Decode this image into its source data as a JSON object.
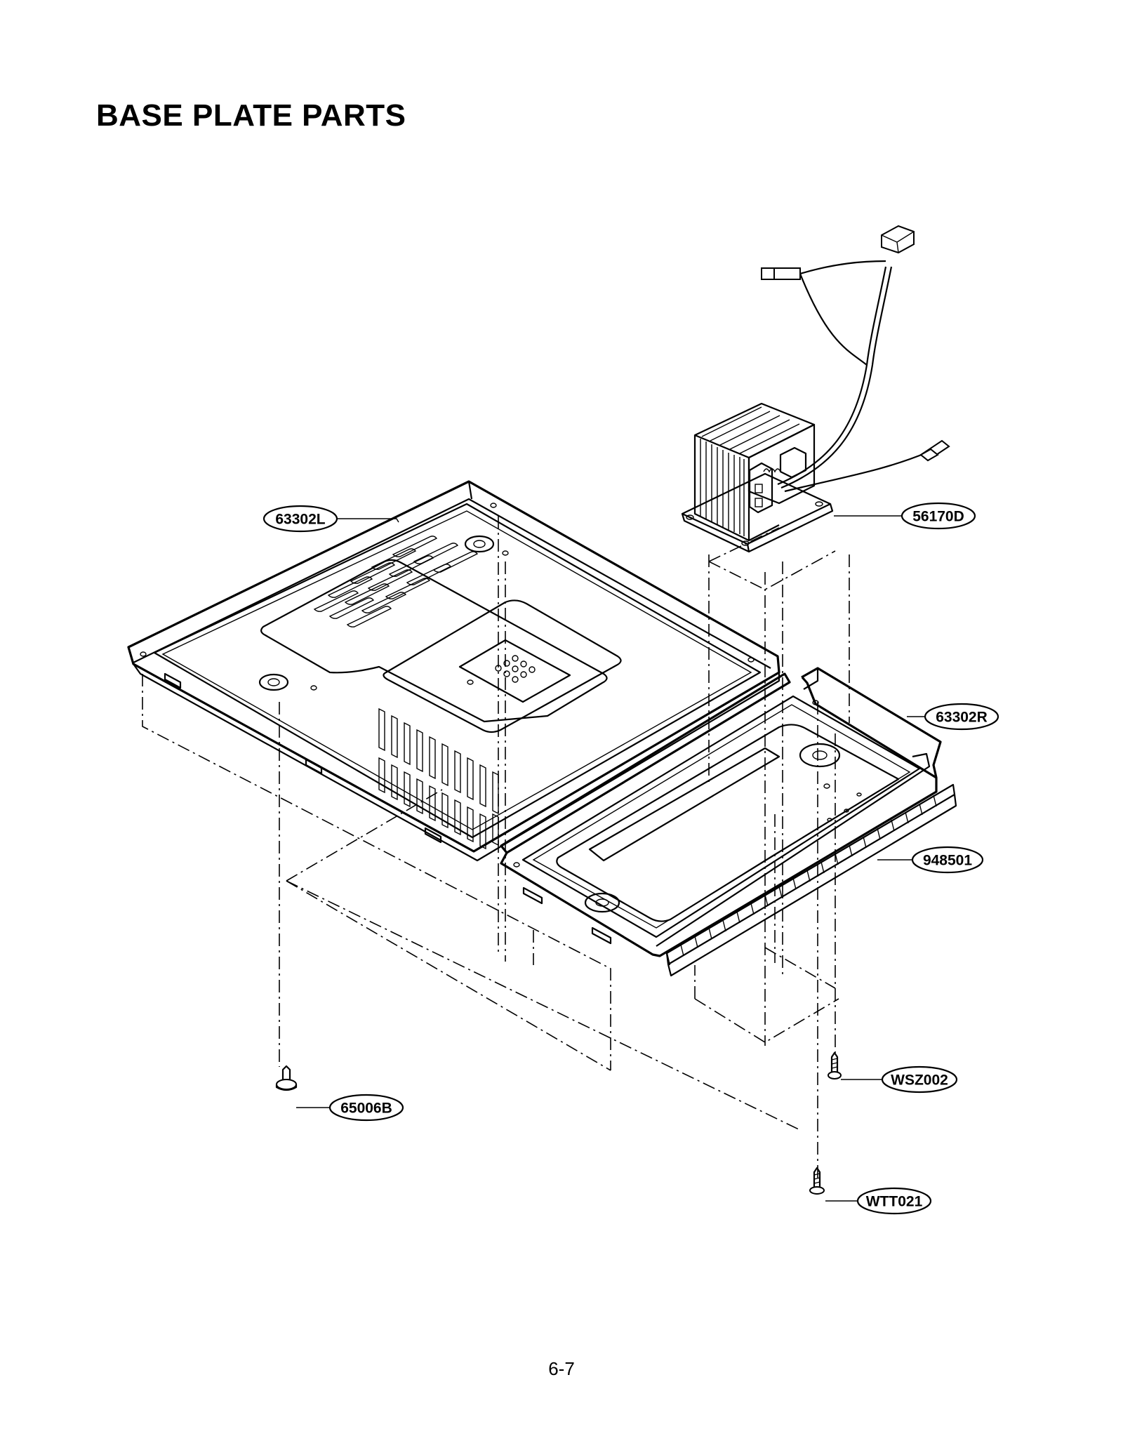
{
  "title": "BASE PLATE PARTS",
  "page_number": "6-7",
  "callouts": [
    {
      "id": "63302L",
      "label": "63302L"
    },
    {
      "id": "56170D",
      "label": "56170D"
    },
    {
      "id": "63302R",
      "label": "63302R"
    },
    {
      "id": "948501",
      "label": "948501"
    },
    {
      "id": "WSZ002",
      "label": "WSZ002"
    },
    {
      "id": "65006B",
      "label": "65006B"
    },
    {
      "id": "WTT021",
      "label": "WTT021"
    }
  ]
}
